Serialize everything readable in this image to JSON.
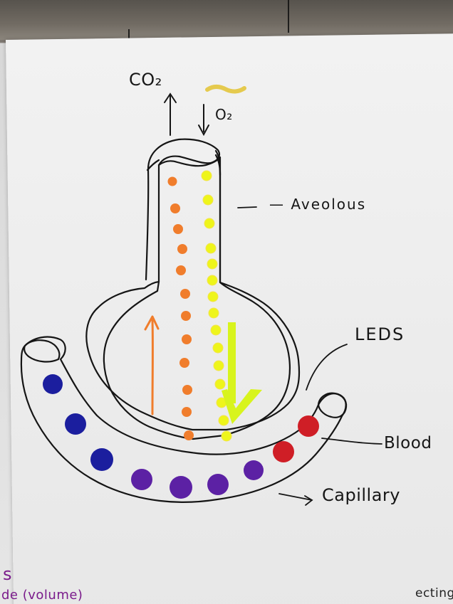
{
  "labels": {
    "co2": "CO₂",
    "o2": "O₂",
    "alveolus": "— Aveolous",
    "leds": "LEDS",
    "blood": "Blood",
    "capillary": "Capillary",
    "bottom_s": "s",
    "bottom_text_1": "de (volume)",
    "bottom_text_2": "ecting"
  },
  "colors": {
    "ink": "#151515",
    "orange": "#f07d2c",
    "yellow": "#eef51b",
    "yellow_arrow": "#d8f41d",
    "blue": "#1b1e9e",
    "purple": "#5c21a4",
    "red": "#cf1e26"
  }
}
